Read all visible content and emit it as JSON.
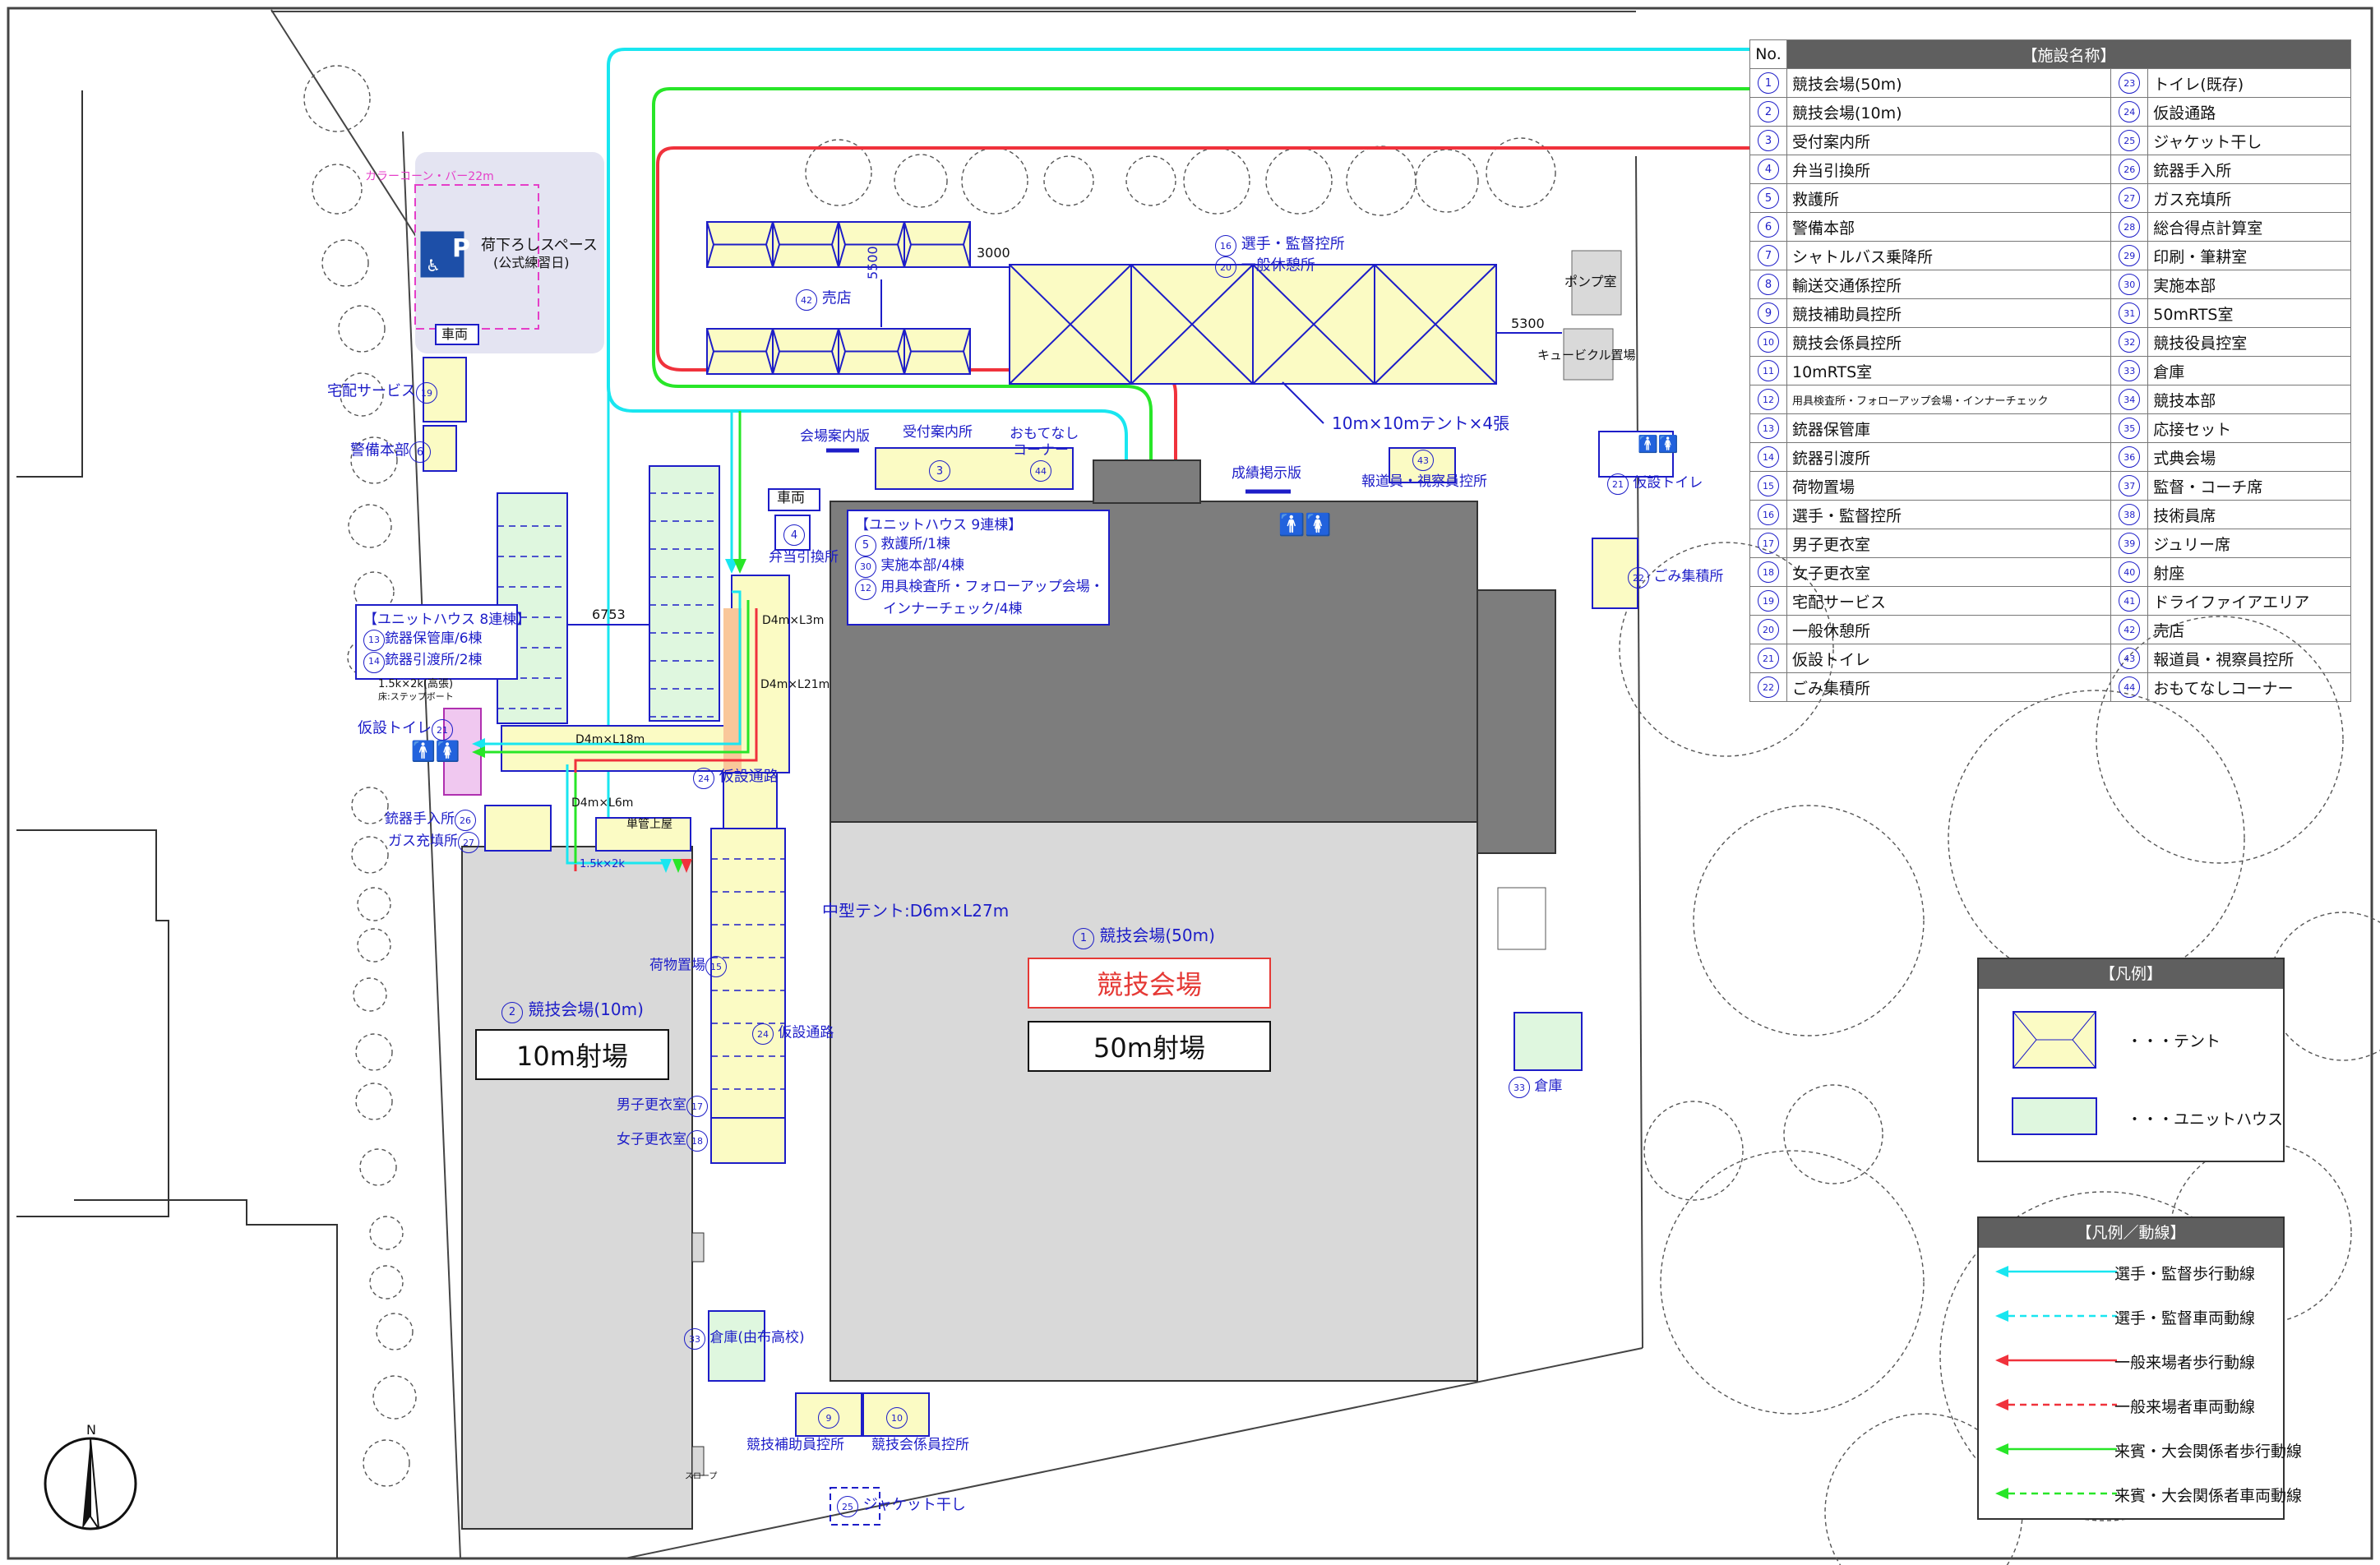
{
  "table": {
    "title": "【施設名称】",
    "no_header": "No.",
    "left": [
      {
        "no": "1",
        "name": "競技会場(50m)"
      },
      {
        "no": "2",
        "name": "競技会場(10m)"
      },
      {
        "no": "3",
        "name": "受付案内所"
      },
      {
        "no": "4",
        "name": "弁当引換所"
      },
      {
        "no": "5",
        "name": "救護所"
      },
      {
        "no": "6",
        "name": "警備本部"
      },
      {
        "no": "7",
        "name": "シャトルバス乗降所"
      },
      {
        "no": "8",
        "name": "輸送交通係控所"
      },
      {
        "no": "9",
        "name": "競技補助員控所"
      },
      {
        "no": "10",
        "name": "競技会係員控所"
      },
      {
        "no": "11",
        "name": "10mRTS室"
      },
      {
        "no": "12",
        "name": "用具検査所・フォローアップ会場・インナーチェック"
      },
      {
        "no": "13",
        "name": "銃器保管庫"
      },
      {
        "no": "14",
        "name": "銃器引渡所"
      },
      {
        "no": "15",
        "name": "荷物置場"
      },
      {
        "no": "16",
        "name": "選手・監督控所"
      },
      {
        "no": "17",
        "name": "男子更衣室"
      },
      {
        "no": "18",
        "name": "女子更衣室"
      },
      {
        "no": "19",
        "name": "宅配サービス"
      },
      {
        "no": "20",
        "name": "一般休憩所"
      },
      {
        "no": "21",
        "name": "仮設トイレ"
      },
      {
        "no": "22",
        "name": "ごみ集積所"
      }
    ],
    "right": [
      {
        "no": "23",
        "name": "トイレ(既存)"
      },
      {
        "no": "24",
        "name": "仮設通路"
      },
      {
        "no": "25",
        "name": "ジャケット干し"
      },
      {
        "no": "26",
        "name": "銃器手入所"
      },
      {
        "no": "27",
        "name": "ガス充填所"
      },
      {
        "no": "28",
        "name": "総合得点計算室"
      },
      {
        "no": "29",
        "name": "印刷・筆耕室"
      },
      {
        "no": "30",
        "name": "実施本部"
      },
      {
        "no": "31",
        "name": "50mRTS室"
      },
      {
        "no": "32",
        "name": "競技役員控室"
      },
      {
        "no": "33",
        "name": "倉庫"
      },
      {
        "no": "34",
        "name": "競技本部"
      },
      {
        "no": "35",
        "name": "応接セット"
      },
      {
        "no": "36",
        "name": "式典会場"
      },
      {
        "no": "37",
        "name": "監督・コーチ席"
      },
      {
        "no": "38",
        "name": "技術員席"
      },
      {
        "no": "39",
        "name": "ジュリー席"
      },
      {
        "no": "40",
        "name": "射座"
      },
      {
        "no": "41",
        "name": "ドライファイアエリア"
      },
      {
        "no": "42",
        "name": "売店"
      },
      {
        "no": "43",
        "name": "報道員・視察員控所"
      },
      {
        "no": "44",
        "name": "おもてなしコーナー"
      }
    ]
  },
  "legend": {
    "title": "【凡例】",
    "tent": "・・・テント",
    "unit": "・・・ユニットハウス"
  },
  "flow_legend": {
    "title": "【凡例／動線】",
    "items": [
      {
        "label": "選手・監督歩行動線",
        "color": "#19e6f0",
        "dashed": false
      },
      {
        "label": "選手・監督車両動線",
        "color": "#19e6f0",
        "dashed": true
      },
      {
        "label": "一般来場者歩行動線",
        "color": "#f0323c",
        "dashed": false
      },
      {
        "label": "一般来場者車両動線",
        "color": "#f0323c",
        "dashed": true
      },
      {
        "label": "来賓・大会関係者歩行動線",
        "color": "#28e628",
        "dashed": false
      },
      {
        "label": "来賓・大会関係者車両動線",
        "color": "#28e628",
        "dashed": true
      }
    ]
  },
  "map": {
    "venue50": {
      "caption": "競技会場(50m)",
      "no": "1",
      "red_box": "競技会場",
      "black_box": "50m射場"
    },
    "venue10": {
      "caption": "競技会場(10m)",
      "no": "2",
      "black_box": "10m射場"
    },
    "unloading": "荷下ろしスペース",
    "unloading_sub": "(公式練習日)",
    "cone_bar": "カラーコーン・バー22m",
    "vehicle": "車両",
    "vehicle2": "車両",
    "delivery": "宅配サービス",
    "delivery_no": "19",
    "security": "警備本部",
    "security_no": "6",
    "shop": "売店",
    "shop_no": "42",
    "dim_5500": "5500",
    "dim_3000": "3000",
    "dim_5300": "5300",
    "dim_6753": "6753",
    "players_lounge": "選手・監督控所",
    "players_no": "16",
    "general_rest": "一般休憩所",
    "general_no": "20",
    "tent_note": "10m×10mテント×4張",
    "pump": "ポンプ室",
    "cubicle": "キュービクル置場",
    "venue_guide": "会場案内版",
    "reception": "受付案内所",
    "reception_no": "3",
    "omotenashi": "おもてなし",
    "omotenashi2": "コーナー",
    "omotenashi_no": "44",
    "results_board": "成績掲示版",
    "press": "報道員・視察員控所",
    "press_no": "43",
    "toilet21": "仮設トイレ",
    "toilet21_no": "21",
    "garbage": "ごみ集積所",
    "garbage_no": "22",
    "bento": "弁当引換所",
    "bento_no": "4",
    "unit9": {
      "title": "【ユニットハウス 9連棟】",
      "l1": "救護所/1棟",
      "n1": "5",
      "l2": "実施本部/4棟",
      "n2": "30",
      "l3": "用具検査所・フォローアップ会場・",
      "n3": "12",
      "l4": "インナーチェック/4棟"
    },
    "unit8": {
      "title": "【ユニットハウス 8連棟】",
      "l1": "銃器保管庫/6棟",
      "n1": "13",
      "l2": "銃器引渡所/2棟",
      "n2": "14"
    },
    "d4m_l3m": "D4m×L3m",
    "d4m_l21m": "D4m×L21m",
    "d4m_l18m": "D4m×L18m",
    "d4m_l6m": "D4m×L6m",
    "hiseki": "1.5k×2k(高張)",
    "hiseki2": "床:ステップボート",
    "toilet_left": "仮設トイレ",
    "toilet_left_no": "21",
    "passage": "仮設通路",
    "passage_no": "24",
    "gun_care": "銃器手入所",
    "gun_care_no": "26",
    "gas": "ガス充填所",
    "gas_no": "27",
    "tankan": "単管上屋",
    "k15": "1.5k×2k",
    "mid_tent": "中型テント:D6m×L27m",
    "luggage": "荷物置場",
    "luggage_no": "15",
    "passage2": "仮設通路",
    "passage2_no": "24",
    "male_room": "男子更衣室",
    "male_no": "17",
    "female_room": "女子更衣室",
    "female_no": "18",
    "storage_yufu": "倉庫(由布高校)",
    "storage_yufu_no": "33",
    "storage": "倉庫",
    "storage_no": "33",
    "slope": "スロープ",
    "aux_staff": "競技補助員控所",
    "aux_no": "9",
    "staff": "競技会係員控所",
    "staff_no": "10",
    "jacket": "ジャケット干し",
    "jacket_no": "25",
    "north": "N"
  },
  "colors": {
    "blue": "#1d1dc8",
    "tent_fill": "#fbfbc4",
    "unit_fill": "#dff7df",
    "building": "#d9d9d9",
    "roof": "#7d7d7d",
    "cyan": "#19e6f0",
    "red": "#f0323c",
    "green": "#28e628"
  }
}
